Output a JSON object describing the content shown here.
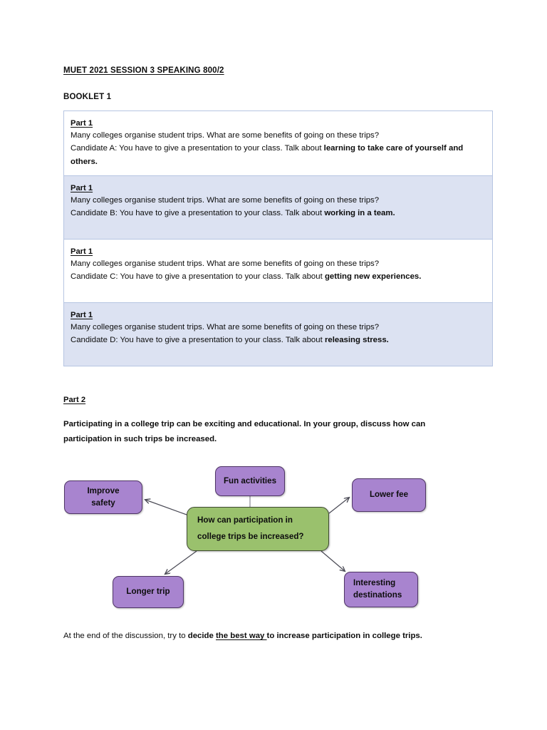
{
  "document": {
    "title": "MUET 2021 SESSION 3 SPEAKING 800/2",
    "booklet": "BOOKLET 1"
  },
  "part1": {
    "label": "Part 1",
    "prompt": "Many colleges organise student trips. What are some benefits of going on these trips?",
    "rows": [
      {
        "label": "Part 1",
        "prompt": "Many colleges organise student trips. What are some benefits of going on these trips?",
        "candidate_prefix": "Candidate A: You have to give a presentation to your class. Talk about ",
        "topic": "learning to take care of yourself and others.",
        "shaded": false
      },
      {
        "label": "Part 1",
        "prompt": "Many colleges organise student trips. What are some benefits of going on these trips?",
        "candidate_prefix": "Candidate B: You have to give a presentation to your class. Talk about ",
        "topic": "working in a team.",
        "shaded": true
      },
      {
        "label": "Part 1",
        "prompt": "Many colleges organise student trips. What are some benefits of going on these trips?",
        "candidate_prefix": "Candidate C: You have to give a presentation to your class. Talk about ",
        "topic": "getting new experiences.",
        "shaded": false
      },
      {
        "label": "Part 1",
        "prompt": "Many colleges organise student trips. What are some benefits of going on these trips?",
        "candidate_prefix": "Candidate D: You have to give a presentation to your class. Talk about ",
        "topic": "releasing stress.",
        "shaded": true
      }
    ]
  },
  "part2": {
    "label": "Part 2",
    "intro": "Participating in a college trip can be exciting and educational. In your group, discuss how can participation in such trips be increased.",
    "mindmap": {
      "center": "How can participation in college trips be increased?",
      "center_line1": "How can participation in",
      "center_line2": "college trips be increased?",
      "center_color": "#9ac16d",
      "node_color": "#a884cf",
      "nodes": [
        {
          "id": "fun-activities",
          "label": "Fun activities"
        },
        {
          "id": "improve-safety",
          "label": "Improve safety",
          "line1": "Improve",
          "line2": "safety"
        },
        {
          "id": "lower-fee",
          "label": "Lower fee"
        },
        {
          "id": "longer-trip",
          "label": "Longer trip"
        },
        {
          "id": "interesting-destinations",
          "label": "Interesting destinations",
          "line1": "Interesting",
          "line2": "destinations"
        }
      ]
    },
    "closing": {
      "lead": "At the end of the discussion, try to ",
      "bold1": "decide ",
      "bold_underline": "the best way ",
      "bold2": "to increase participation in college trips."
    }
  }
}
